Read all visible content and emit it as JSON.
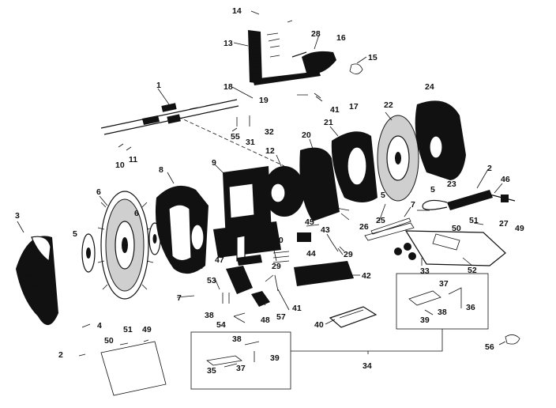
{
  "diagram": {
    "labels": {
      "l1": "1",
      "l2a": "2",
      "l2b": "2",
      "l3": "3",
      "l4": "4",
      "l5a": "5",
      "l5b": "5",
      "l5c": "5",
      "l6a": "6",
      "l6b": "6",
      "l7a": "7",
      "l7b": "7",
      "l8": "8",
      "l9": "9",
      "l10": "10",
      "l11": "11",
      "l12": "12",
      "l13": "13",
      "l14": "14",
      "l15": "15",
      "l16": "16",
      "l17": "17",
      "l18": "18",
      "l19": "19",
      "l20": "20",
      "l21": "21",
      "l22": "22",
      "l23": "23",
      "l24": "24",
      "l25": "25",
      "l26": "26",
      "l27": "27",
      "l28": "28",
      "l29a": "29",
      "l29b": "29",
      "l30": "30",
      "l31": "31",
      "l32": "32",
      "l33": "33",
      "l34": "34",
      "l35": "35",
      "l36": "36",
      "l37a": "37",
      "l37b": "37",
      "l38a": "38",
      "l38b": "38",
      "l38c": "38",
      "l39a": "39",
      "l39b": "39",
      "l40": "40",
      "l41a": "41",
      "l41b": "41",
      "l42": "42",
      "l43": "43",
      "l44": "44",
      "l45": "45",
      "l46": "46",
      "l47": "47",
      "l48": "48",
      "l49a": "49",
      "l49b": "49",
      "l50a": "50",
      "l50b": "50",
      "l51a": "51",
      "l51b": "51",
      "l52": "52",
      "l53": "53",
      "l54": "54",
      "l55": "55",
      "l56": "56",
      "l57": "57"
    }
  }
}
